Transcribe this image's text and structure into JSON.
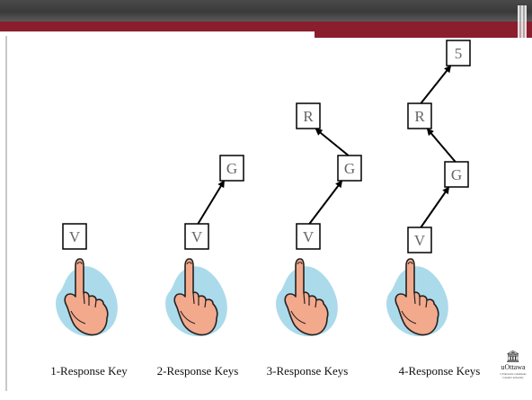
{
  "slide": {
    "panels": [
      {
        "caption": "1-Response Key",
        "keys": [
          "V"
        ]
      },
      {
        "caption": "2-Response Keys",
        "keys": [
          "V",
          "G"
        ]
      },
      {
        "caption": "3-Response Keys",
        "keys": [
          "V",
          "G",
          "R"
        ]
      },
      {
        "caption": "4-Response Keys",
        "keys": [
          "V",
          "G",
          "R",
          "5"
        ]
      }
    ]
  },
  "logo": {
    "icon": "university-building-icon",
    "name": "uOttawa",
    "tagline": [
      "L'Université canadienne",
      "Canada's university"
    ]
  },
  "colors": {
    "header_dark": "#3f3f3f",
    "header_red": "#8a1e2d",
    "hand_skin": "#f3a98c",
    "hand_shadow": "#a6d8ea"
  }
}
